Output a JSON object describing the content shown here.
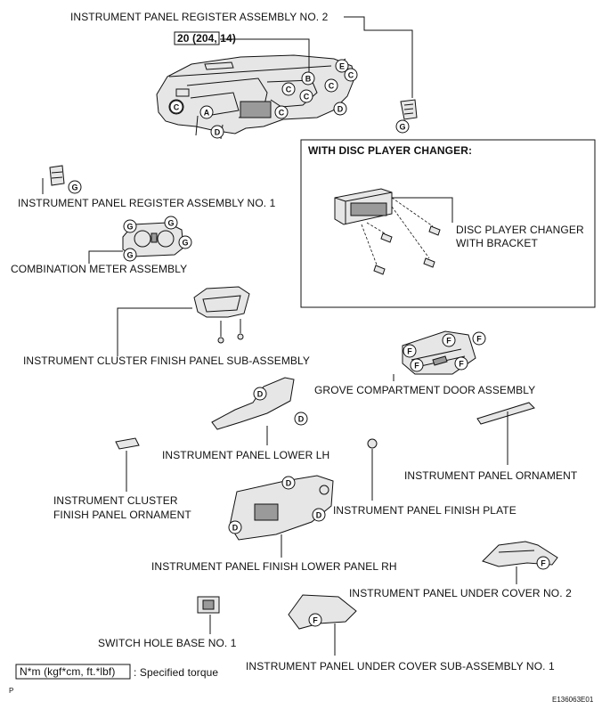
{
  "labels": {
    "register_no2": "INSTRUMENT PANEL REGISTER ASSEMBLY NO. 2",
    "torque_value": "20 (204, 14)",
    "disc_box_title": "WITH DISC PLAYER CHANGER:",
    "disc_player_line1": "DISC PLAYER CHANGER",
    "disc_player_line2": "WITH BRACKET",
    "register_no1": "INSTRUMENT PANEL REGISTER ASSEMBLY NO. 1",
    "combination_meter": "COMBINATION METER ASSEMBLY",
    "cluster_finish_panel": "INSTRUMENT CLUSTER FINISH PANEL SUB-ASSEMBLY",
    "grove_compartment": "GROVE COMPARTMENT DOOR ASSEMBLY",
    "panel_lower_lh": "INSTRUMENT PANEL LOWER LH",
    "panel_ornament": "INSTRUMENT PANEL ORNAMENT",
    "cluster_ornament_line1": "INSTRUMENT CLUSTER",
    "cluster_ornament_line2": "FINISH PANEL ORNAMENT",
    "finish_plate": "INSTRUMENT PANEL FINISH PLATE",
    "finish_lower_rh": "INSTRUMENT PANEL FINISH LOWER PANEL RH",
    "under_cover_no2": "INSTRUMENT PANEL UNDER COVER NO. 2",
    "switch_hole_base": "SWITCH HOLE BASE NO. 1",
    "under_cover_sub": "INSTRUMENT PANEL UNDER COVER SUB-ASSEMBLY NO. 1"
  },
  "legend": {
    "unit_box": "N*m (kgf*cm, ft.*lbf)",
    "text": ": Specified torque"
  },
  "footer": {
    "left_mark": "P",
    "figure_id": "E136063E01"
  },
  "clip_letters": [
    "A",
    "B",
    "C",
    "D",
    "E",
    "F",
    "G"
  ]
}
